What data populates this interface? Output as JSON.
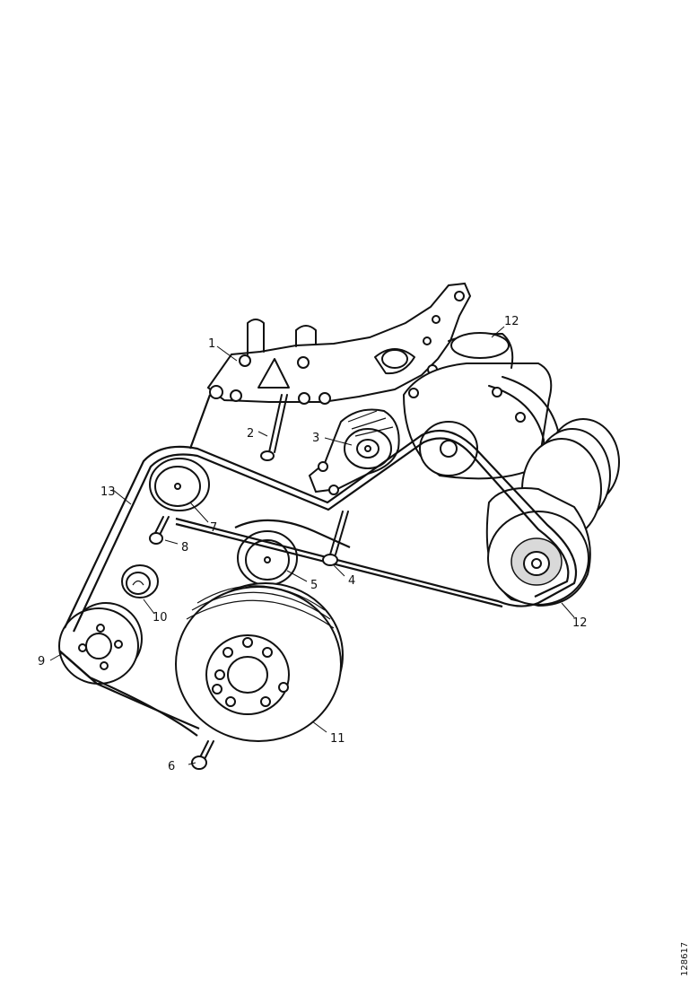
{
  "labels": {
    "l1": "1",
    "l2": "2",
    "l3": "3",
    "l4": "4",
    "l5": "5",
    "l6": "6",
    "l7": "7",
    "l8": "8",
    "l9": "9",
    "l10": "10",
    "l11": "11",
    "l12a": "12",
    "l12b": "12",
    "l13": "13"
  },
  "figure_ref": "128617"
}
